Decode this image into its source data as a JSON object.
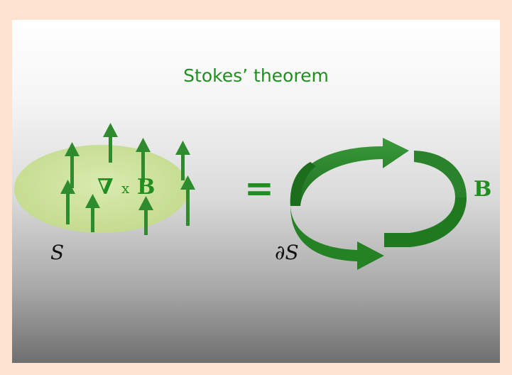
{
  "title": "Stokes’ theorem",
  "colors": {
    "accent": "#1f8f1f",
    "surface": "#cfe3a0",
    "loop": "#2e8b2e",
    "background_outer": "#fde3cf"
  },
  "surface_label": "S",
  "surface_operator": {
    "nabla": "∇",
    "cross": "x",
    "field": "B"
  },
  "equals": "=",
  "boundary_label": "∂S",
  "field_label": "B"
}
